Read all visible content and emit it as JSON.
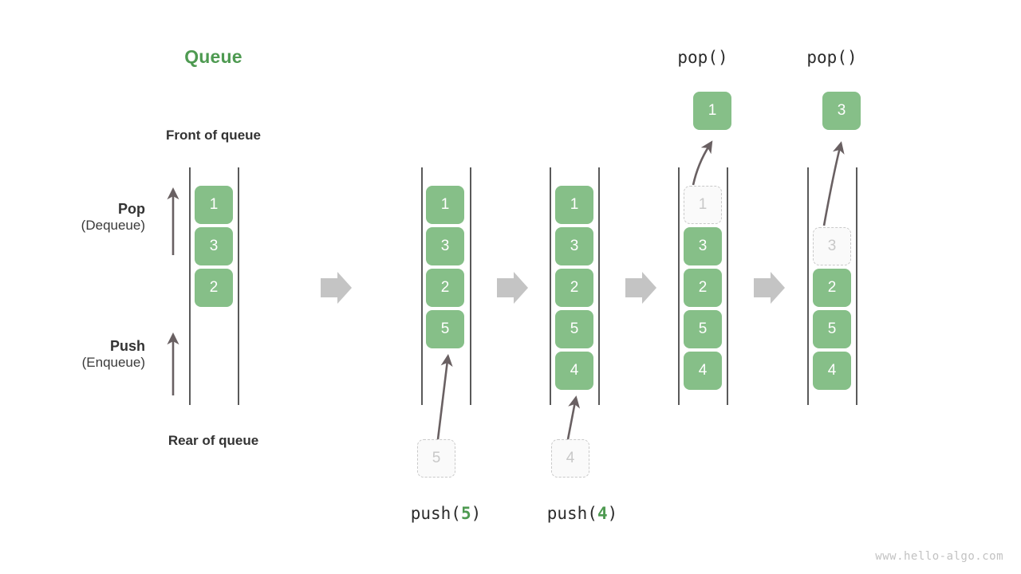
{
  "titles": {
    "queue": "Queue",
    "front_of_queue": "Front of queue",
    "rear_of_queue": "Rear of queue"
  },
  "operations": {
    "pop": {
      "name": "Pop",
      "alt": "(Dequeue)"
    },
    "push": {
      "name": "Push",
      "alt": "(Enqueue)"
    }
  },
  "stages": [
    {
      "id": "initial",
      "caption": "",
      "caption_arg": "",
      "cells": [
        {
          "value": "1",
          "state": "filled"
        },
        {
          "value": "3",
          "state": "filled"
        },
        {
          "value": "2",
          "state": "filled"
        }
      ]
    },
    {
      "id": "push-5",
      "caption_prefix": "push(",
      "caption_arg": "5",
      "caption_suffix": ")",
      "incoming": {
        "value": "5",
        "state": "ghost"
      },
      "cells": [
        {
          "value": "1",
          "state": "filled"
        },
        {
          "value": "3",
          "state": "filled"
        },
        {
          "value": "2",
          "state": "filled"
        },
        {
          "value": "5",
          "state": "filled"
        }
      ]
    },
    {
      "id": "push-4",
      "caption_prefix": "push(",
      "caption_arg": "4",
      "caption_suffix": ")",
      "incoming": {
        "value": "4",
        "state": "ghost"
      },
      "cells": [
        {
          "value": "1",
          "state": "filled"
        },
        {
          "value": "3",
          "state": "filled"
        },
        {
          "value": "2",
          "state": "filled"
        },
        {
          "value": "5",
          "state": "filled"
        },
        {
          "value": "4",
          "state": "filled"
        }
      ]
    },
    {
      "id": "pop-1",
      "caption_prefix": "pop()",
      "caption_arg": "",
      "caption_suffix": "",
      "outgoing": {
        "value": "1",
        "state": "filled"
      },
      "cells": [
        {
          "value": "1",
          "state": "ghost"
        },
        {
          "value": "3",
          "state": "filled"
        },
        {
          "value": "2",
          "state": "filled"
        },
        {
          "value": "5",
          "state": "filled"
        },
        {
          "value": "4",
          "state": "filled"
        }
      ]
    },
    {
      "id": "pop-3",
      "caption_prefix": "pop()",
      "caption_arg": "",
      "caption_suffix": "",
      "outgoing": {
        "value": "3",
        "state": "filled"
      },
      "cells": [
        {
          "value": "",
          "state": "empty"
        },
        {
          "value": "3",
          "state": "ghost"
        },
        {
          "value": "2",
          "state": "filled"
        },
        {
          "value": "5",
          "state": "filled"
        },
        {
          "value": "4",
          "state": "filled"
        }
      ]
    }
  ],
  "watermark": "www.hello-algo.com",
  "colors": {
    "cell_fill": "#86bf88",
    "accent_green": "#4e9a51",
    "rail": "#5a5a5a",
    "block_arrow": "#c4c4c4",
    "ghost_border": "#c9c9c9",
    "text": "#333333"
  }
}
